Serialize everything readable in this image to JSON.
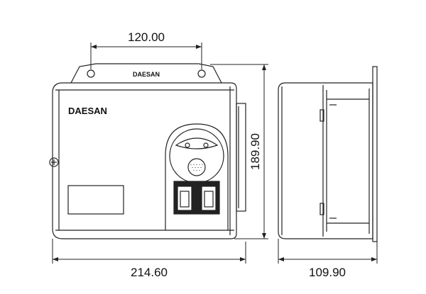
{
  "brand": {
    "bracket_label": "DAESAN",
    "front_label": "DAESAN"
  },
  "dimensions": {
    "hole_spacing": "120.00",
    "height": "189.90",
    "width": "214.60",
    "depth": "109.90"
  },
  "colors": {
    "stroke": "#222222",
    "fill": "#ffffff"
  },
  "views": [
    "front-view",
    "side-view"
  ]
}
